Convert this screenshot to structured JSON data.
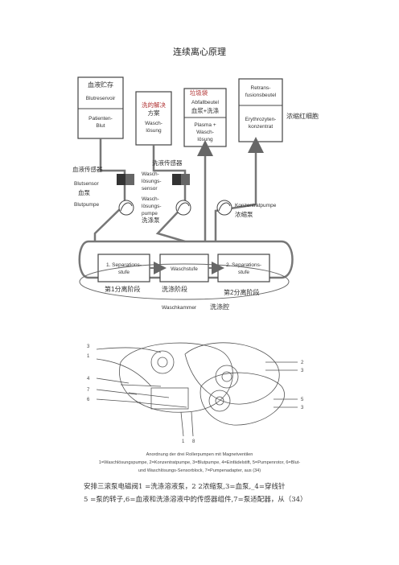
{
  "title": "连续离心原理",
  "diagram1": {
    "box1": {
      "zh": "血液贮存",
      "de1": "Blutreservoir",
      "de2": "Patienten-",
      "de3": "Blut"
    },
    "box2": {
      "zh1": "洗的解决",
      "zh2": "方案",
      "de1": "Wasch-",
      "de2": "lösung"
    },
    "box3": {
      "zh1": "垃圾袋",
      "de1": "Abfallbeutel",
      "zh2": "血浆+洗涤",
      "de2": "Plasma +",
      "de3": "Wasch-",
      "de4": "lösung"
    },
    "box4": {
      "de1": "Retrans-",
      "de2": "fusionsbeutel",
      "de3": "Erythrozyten-",
      "de4": "konzentrat"
    },
    "right_label": "浓缩红细胞",
    "sensor_zh": "洗液传感器",
    "left_zh1": "血液传感器",
    "left_de1": "Blutsensor",
    "left_zh2": "血泵",
    "left_de2": "Blutpumpe",
    "mid_de1": "Wasch-",
    "mid_de2": "lösungs-",
    "mid_de3": "sensor",
    "mid_de4": "Wasch-",
    "mid_de5": "lösungs-",
    "mid_de6": "pumpe",
    "mid_zh": "洗涤泵",
    "right_de": "Konzentratpumpe",
    "right_zh": "浓缩泵",
    "stage1_de1": "1. Separations-",
    "stage1_de2": "stufe",
    "stage2_de": "Waschstufe",
    "stage3_de1": "2. Separations-",
    "stage3_de2": "stufe",
    "stage1_zh": "第1分离阶段",
    "stage2_zh": "洗涤阶段",
    "stage3_zh": "第2分离阶段",
    "chamber_de": "Waschkammer",
    "chamber_zh": "洗涤腔"
  },
  "diagram2": {
    "left_numbers": [
      "3",
      "1",
      "4",
      "7",
      "6"
    ],
    "right_numbers": [
      "2",
      "3",
      "5",
      "3"
    ],
    "bottom_numbers": [
      "1",
      "8"
    ]
  },
  "captions": {
    "line1": "Anordnung der drei Rollerpumpen mit Magnetventilen",
    "line2": "1=Waschlösungspumpe, 2=Konzentratpumpe, 3=Blutpumpe, 4=Einfädelstift, 5=Pumpenrotor, 6=Blut-",
    "line3": "und Waschlösungs-Sensorblock, 7=Pumpenadapter, aus (34)",
    "line4": "安排三滚泵电磁阀1 =洗涤溶液泵，2 2浓缩泵,3=血泵,_4=穿线针",
    "line5": "5 =泵的转子,6=血液和洗涤溶液中的传感器组件,7=泵适配器，从（34）"
  }
}
